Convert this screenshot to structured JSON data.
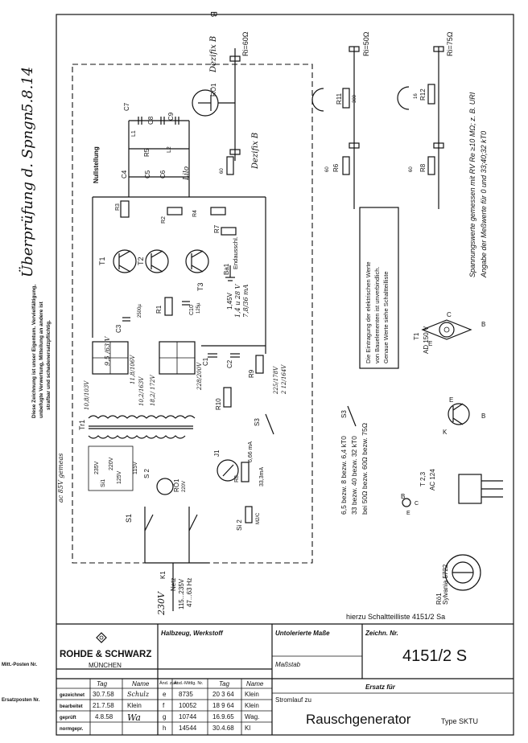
{
  "margin_notes": {
    "top_right_mark": "B",
    "checked_note": "Überprüfung d. Spngn",
    "checked_date": "5.8.14",
    "copyright_line1": "Diese Zeichnung ist unser Eigentum. Vervielfältigung,",
    "copyright_line2": "unbefugte Verwertung, Mitteilung an andere ist",
    "copyright_line3": "strafbar und schadenersatzpflichtig.",
    "dezifix_top": "Dezifix B",
    "dezifix_mid": "Dezifix B",
    "lilo": "Lilo"
  },
  "outputs": {
    "ri_60": "Ri=60Ω",
    "ri_50": "Ri=50Ω",
    "ri_75": "Ri=75Ω",
    "r11": "R11",
    "r11_value": "300",
    "r12": "R12",
    "r12_value": "16",
    "r6": "R6",
    "r6_value": "60",
    "r8": "R8",
    "r8_value": "60"
  },
  "components": {
    "rö1": "RÖ1",
    "nullstellung": "Nullstellung",
    "c7": "C7",
    "c8": "C8",
    "c9": "C9",
    "c4": "C4",
    "c5": "C5",
    "c6": "C6",
    "l1": "L1",
    "l2": "L2",
    "r5": "R5",
    "r3": "R3",
    "r2": "R2",
    "r4": "R4",
    "r7": "R7",
    "r1": "R1",
    "r9": "R9",
    "r10": "R10",
    "t1": "T1",
    "t2": "T2",
    "t3": "T3",
    "ba1": "Ba1",
    "endausschl": "Endausschl.",
    "c1": "C1",
    "c2": "C2",
    "c3": "C3",
    "c10": "C10",
    "c3_val": "2500µ",
    "c10_val": "125µ",
    "tr1": "Tr1",
    "s1": "S1",
    "s2": "S 2",
    "s3": "S3",
    "si1": "Si1",
    "si2": "Si 2",
    "si2_val": "M2/C",
    "rö1_lamp": "RÖ1",
    "j1": "J1",
    "r8b": "R8",
    "k1": "K1",
    "netz": "Netz",
    "netz_v": "115...235V",
    "netz_hz": "47...63 Hz",
    "v235": "235V",
    "v220": "220V",
    "v125": "125V",
    "v115": "115V",
    "lamp_v": "220V"
  },
  "annotations": {
    "v145": "1,45V",
    "v1428": "1,4 u 28 V",
    "ma": "7,8/36 mA",
    "v95": "9,5 /63 V",
    "v118": "11,8/106V",
    "v108": "10,8/103V",
    "v200": "228/200V",
    "v225": "225/178V",
    "v212": "2 12/164V",
    "v182": "18,2/ 172V",
    "v182b": "10,2/163V",
    "ma666": "6,66 mA",
    "ohm333": "33,3mA",
    "acv": "ac 85V gemeas",
    "v230": "230V"
  },
  "notes_right": {
    "note_box_l1": "Die Eintragung der elektrischen Werte",
    "note_box_l2": "von Bauelementen ist unverbindlich.",
    "note_box_l3": "Genaue Werte siehe Schaltteilliste",
    "spannung_l1": "Spannungswerte gemessen mit RV Re ≥10 MΩ; z. B. URI",
    "spannung_l2": "Angabe der Meßwerte für 0 und 33;40;32 kT0",
    "kto_l1": "6,5 bezw. 8 bezw. 6,4 kT0",
    "kto_l2": "33 bezw. 40 bezw. 32 kT0",
    "kto_l3": "bei 50Ω bezw. 60Ω bezw. 75Ω",
    "s3_label": "S3",
    "t1_type": "T1",
    "t1_part": "AD 150 V",
    "t23_type": "T 2,3",
    "t23_part": "AC 124",
    "tube": "Rö1",
    "tube_part": "Sylvania 5722",
    "hierzu": "hierzu Schaltteilliste  4151/2 Sa"
  },
  "title_block": {
    "company": "ROHDE & SCHWARZ",
    "city": "MÜNCHEN",
    "halbzeug": "Halbzeug, Werkstoff",
    "toleranz": "Untolerierte Maße",
    "zeichn_nr_label": "Zeichn. Nr.",
    "zeichn_nr": "4151/2 S",
    "massstab": "Maßstab",
    "ersatz": "Ersatz für",
    "col_tag": "Tag",
    "col_name": "Name",
    "col_aend": "Änd. zust.",
    "col_aend_mitt": "Änd.-Mittlg. Nr.",
    "col_tag2": "Tag",
    "col_name2": "Name",
    "stromlauf": "Stromlauf zu",
    "title": "Rauschgenerator",
    "type_label": "Type SKTU",
    "left_labels": [
      "gezeichnet",
      "bearbeitet",
      "geprüft",
      "normgepr."
    ],
    "sign_rows": [
      {
        "tag": "30.7.58",
        "name": "Schulz"
      },
      {
        "tag": "21.7.58",
        "name": "Klein"
      },
      {
        "tag": "4.8.58",
        "name": "Wa"
      },
      {
        "tag": "",
        "name": ""
      }
    ],
    "change_rows": [
      {
        "zust": "e",
        "nr": "8735",
        "tag": "20 3 64",
        "name": "Klein"
      },
      {
        "zust": "f",
        "nr": "10052",
        "tag": "18 9 64",
        "name": "Klein"
      },
      {
        "zust": "g",
        "nr": "10744",
        "tag": "16.9.65",
        "name": "Wag."
      },
      {
        "zust": "h",
        "nr": "14544",
        "tag": "30.4.68",
        "name": "Kl"
      }
    ],
    "side_a": "Mitt.-Posten Nr.",
    "side_b": "Ersatzposten Nr."
  }
}
